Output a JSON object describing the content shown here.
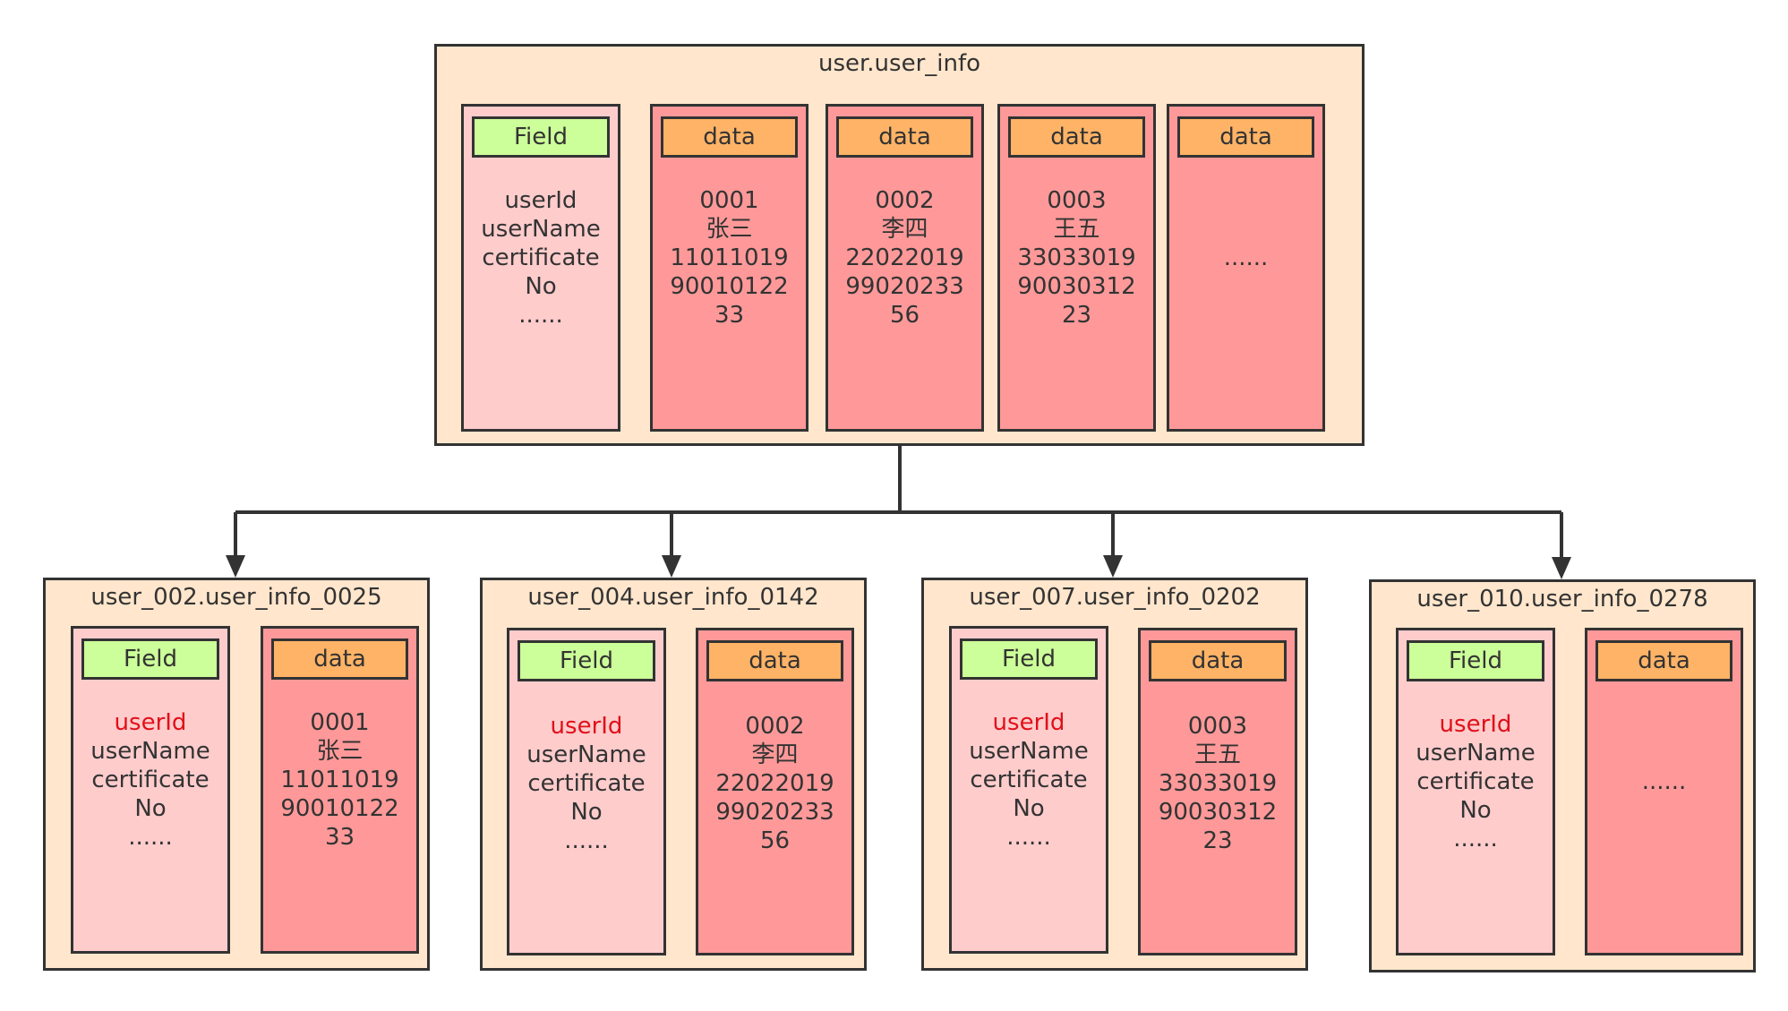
{
  "top_table": {
    "title": "user.user_info",
    "field_header": "Field",
    "fields": [
      "userId",
      "userName",
      "certificate",
      "No",
      "......"
    ],
    "data_header": "data",
    "data_columns": [
      [
        "0001",
        "张三",
        "11011019",
        "90010122",
        "33"
      ],
      [
        "0002",
        "李四",
        "22022019",
        "99020233",
        "56"
      ],
      [
        "0003",
        "王五",
        "33033019",
        "90030312",
        "23"
      ],
      [
        "......"
      ]
    ]
  },
  "shards": [
    {
      "title": "user_002.user_info_0025",
      "field_header": "Field",
      "fields": [
        "userId",
        "userName",
        "certificate",
        "No",
        "......"
      ],
      "data_header": "data",
      "data": [
        "0001",
        "张三",
        "11011019",
        "90010122",
        "33"
      ]
    },
    {
      "title": "user_004.user_info_0142",
      "field_header": "Field",
      "fields": [
        "userId",
        "userName",
        "certificate",
        "No",
        "......"
      ],
      "data_header": "data",
      "data": [
        "0002",
        "李四",
        "22022019",
        "99020233",
        "56"
      ]
    },
    {
      "title": "user_007.user_info_0202",
      "field_header": "Field",
      "fields": [
        "userId",
        "userName",
        "certificate",
        "No",
        "......"
      ],
      "data_header": "data",
      "data": [
        "0003",
        "王五",
        "33033019",
        "90030312",
        "23"
      ]
    },
    {
      "title": "user_010.user_info_0278",
      "field_header": "Field",
      "fields": [
        "userId",
        "userName",
        "certificate",
        "No",
        "......"
      ],
      "data_header": "data",
      "data": [
        "......"
      ]
    }
  ],
  "colors": {
    "table_bg": "#ffe6cc",
    "field_col_bg": "#ffcccc",
    "data_col_bg": "#ff9999",
    "field_header_bg": "#ccff99",
    "data_header_bg": "#ffb366",
    "highlight_text": "#e0101a",
    "stroke": "#333333"
  }
}
